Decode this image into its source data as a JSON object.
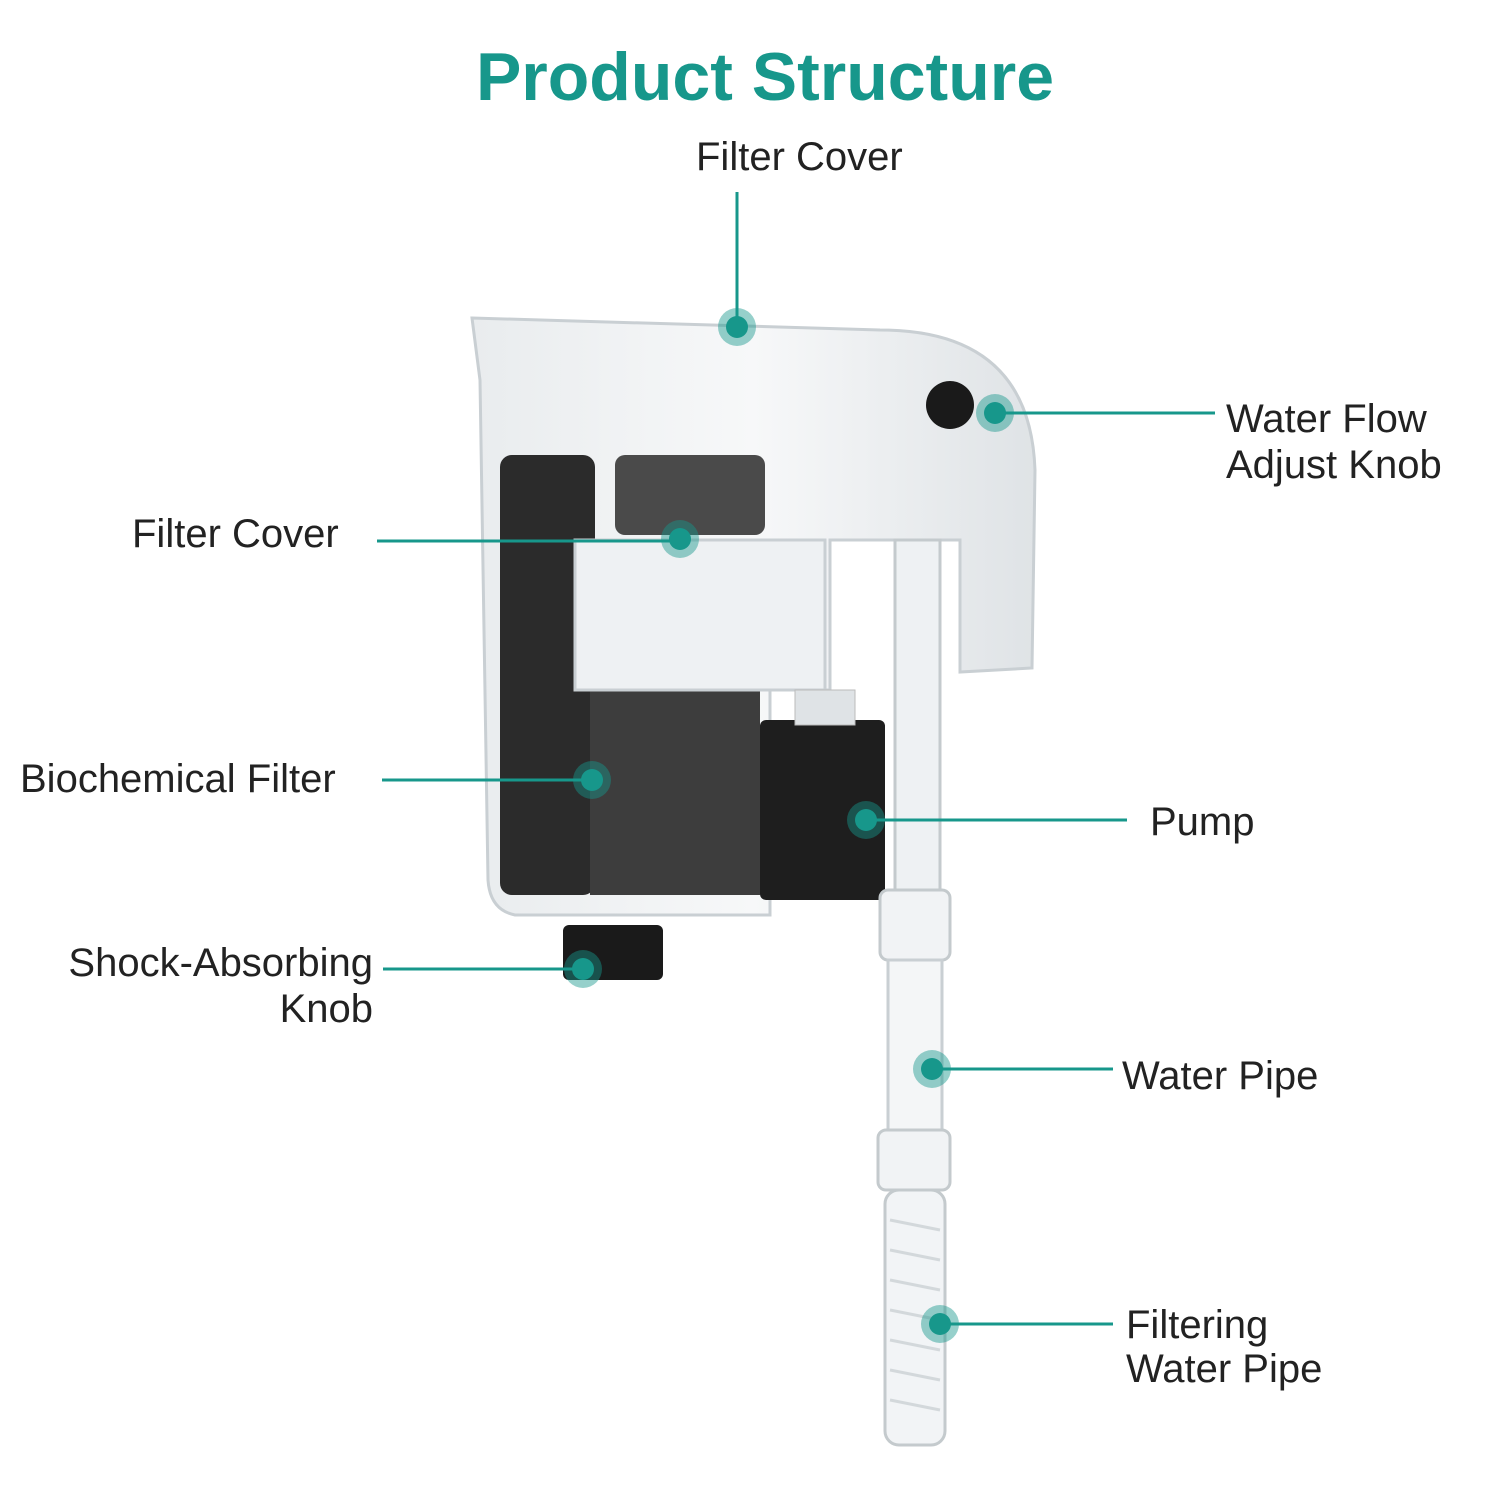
{
  "title": "Product Structure",
  "accent_color": "#17978b",
  "labels": {
    "filter_cover_top": "Filter Cover",
    "water_flow_line1": "Water Flow",
    "water_flow_line2": "Adjust Knob",
    "filter_cover_left": "Filter Cover",
    "biochemical_filter": "Biochemical Filter",
    "pump": "Pump",
    "shock_line1": "Shock-Absorbing",
    "shock_line2": "Knob",
    "water_pipe": "Water Pipe",
    "filtering_line1": "Filtering",
    "filtering_line2": "Water Pipe"
  }
}
